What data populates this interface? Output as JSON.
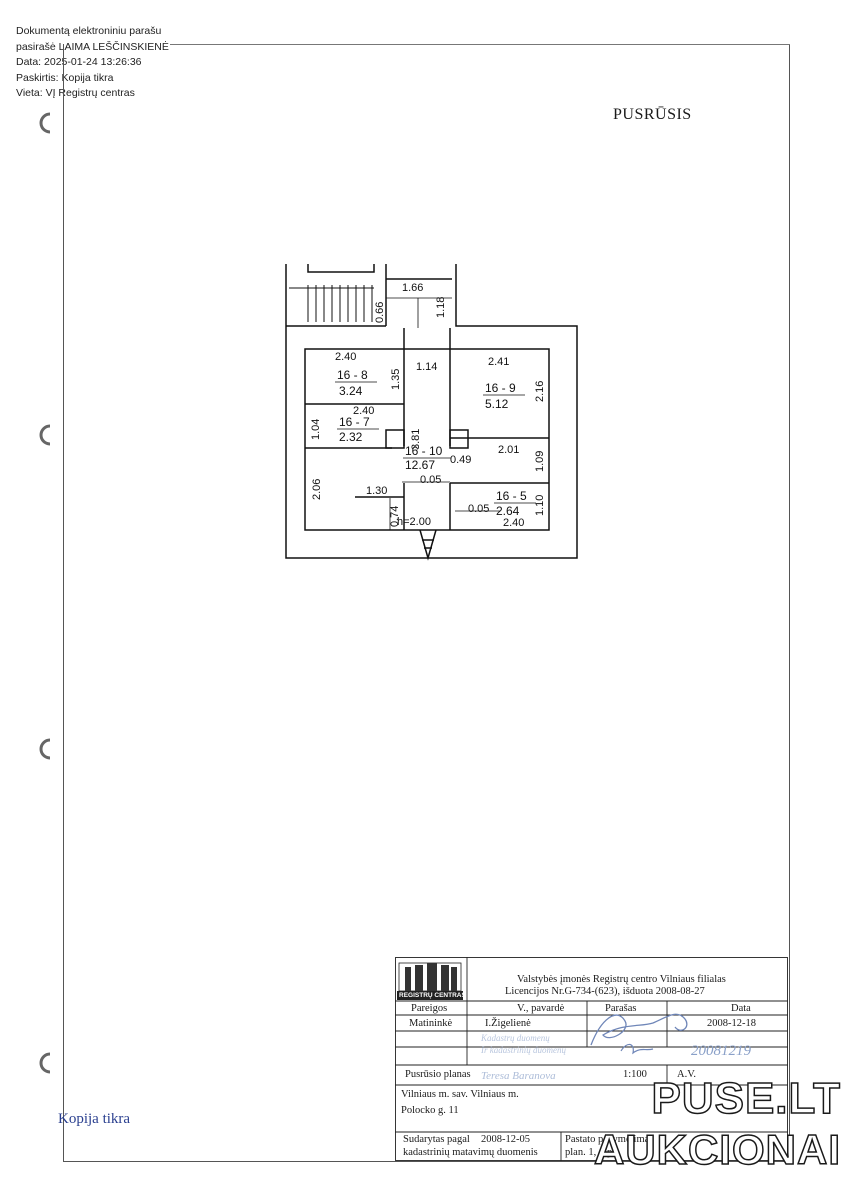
{
  "signature": {
    "line1": "Dokumentą elektroniniu parašu",
    "line2": "pasirašė LAIMA LEŠČINSKIENĖ",
    "line3": "Data: 2025-01-24 13:26:36",
    "line4": "Paskirtis: Kopija tikra",
    "line5": "Vieta: VĮ Registrų centras"
  },
  "sheet_title": "PUSRŪSIS",
  "plan": {
    "dims": {
      "d166": "1.66",
      "d066": "0.66",
      "d118": "1.18",
      "d114": "1.14",
      "d240a": "2.40",
      "d135": "1.35",
      "d241": "2.41",
      "d216": "2.16",
      "d240b": "2.40",
      "d104": "1.04",
      "d381": "3.81",
      "d049": "0.49",
      "d201": "2.01",
      "d109": "1.09",
      "d206": "2.06",
      "d130": "1.30",
      "d005a": "0.05",
      "d074": "0.74",
      "d005b": "0.05",
      "d110": "1.10",
      "d240c": "2.40",
      "h": "h=2.00"
    },
    "rooms": {
      "r8": {
        "label": "16 - 8",
        "area": "3.24"
      },
      "r9": {
        "label": "16 - 9",
        "area": "5.12"
      },
      "r7": {
        "label": "16 - 7",
        "area": "2.32"
      },
      "r10": {
        "label": "16 - 10",
        "area": "12.67"
      },
      "r5": {
        "label": "16 - 5",
        "area": "2.64"
      }
    }
  },
  "stamp": {
    "logo_text": "REGISTRŲ CENTRAS",
    "org_line1": "Valstybės įmonės Registrų centro  Vilniaus filialas",
    "org_line2": "Licencijos Nr.G-734-(623), išduota 2008-08-27",
    "h_pareigos": "Pareigos",
    "h_pavarde": "V., pavardė",
    "h_parasas": "Parašas",
    "h_data": "Data",
    "role": "Matininkė",
    "name": "I.Žigelienė",
    "date": "2008-12-18",
    "faded1": "Kadastrų duomenų",
    "faded2": "Ir kadastrinių duomenų",
    "hand_date": "20081219",
    "plan_name": "Pusrūsio planas",
    "hand_name": "Teresa Baranova",
    "scale": "1:100",
    "av": "A.V.",
    "address1": "Vilniaus m. sav. Vilniaus m.",
    "address2": "Polocko g. 11",
    "made_label1": "Sudarytas pagal",
    "made_date": "2008-12-05",
    "made_label2": "kadastrinių matavimų duomenis",
    "cert_label1": "Pastato pažymėjimas",
    "cert_label2": "plan. 1, 1/p"
  },
  "copy_label": "Kopija tikra",
  "watermark": {
    "line1": "PUSE.LT",
    "line2": "AUKCIONAI"
  }
}
